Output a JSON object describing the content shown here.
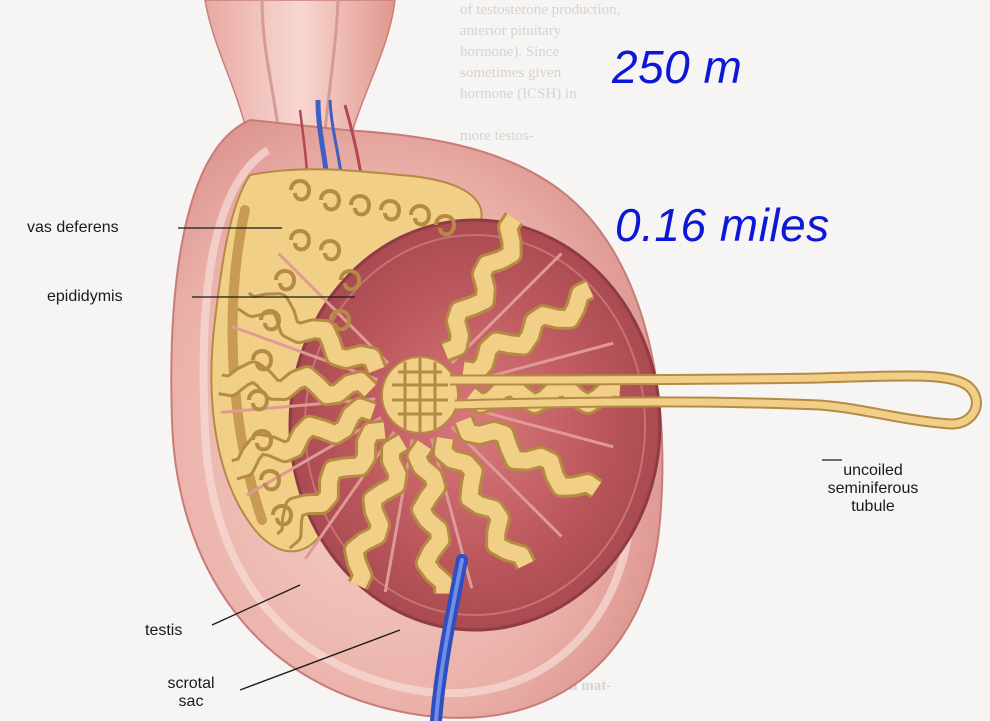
{
  "annotations": {
    "distance_m": "250 m",
    "distance_miles": "0.16 miles"
  },
  "labels": {
    "vas_deferens": "vas deferens",
    "epididymis": "epididymis",
    "uncoiled_line1": "uncoiled",
    "uncoiled_line2": "seminiferous",
    "uncoiled_line3": "tubule",
    "testis": "testis",
    "scrotal_line1": "scrotal",
    "scrotal_line2": "sac"
  },
  "colors": {
    "sac_outer": "#e8a7a1",
    "sac_inner": "#f3c6bf",
    "testis_fill": "#b8555a",
    "tubule_fill": "#f1cf86",
    "tubule_stroke": "#b58a45",
    "vein": "#3f5fc6",
    "annotation": "#0d17d6"
  }
}
